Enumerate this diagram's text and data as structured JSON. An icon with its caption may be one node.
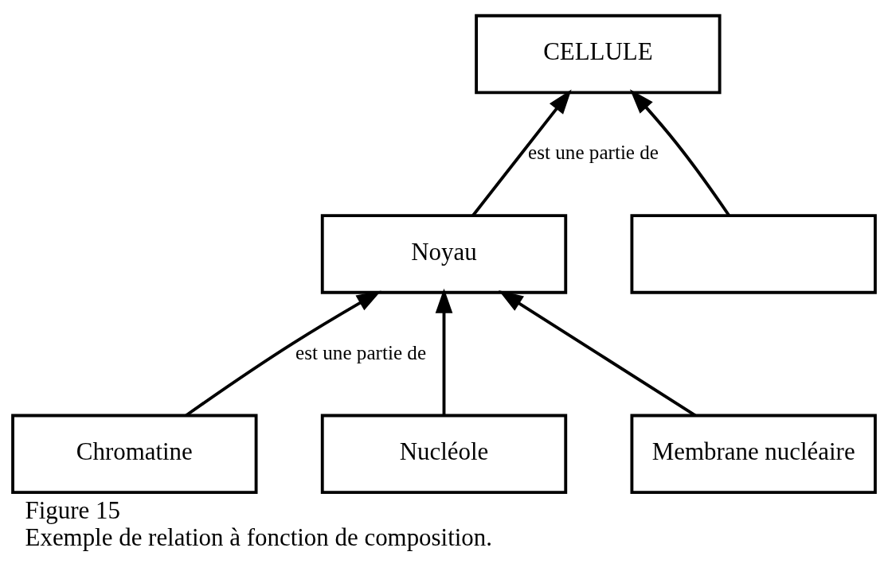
{
  "diagram": {
    "title": "Figure 15",
    "caption": "Exemple de relation à fonction de composition.",
    "nodes": [
      {
        "text": [
          "CELLULE"
        ]
      },
      {
        "text": [
          "Noyau"
        ]
      },
      {
        "text": [],
        "shape": "box"
      },
      {
        "text": [
          "Chromatine"
        ]
      },
      {
        "text": [
          "Nucléole"
        ]
      },
      {
        "text": [
          "Membrane nucléaire"
        ]
      }
    ],
    "edges": [
      {
        "from": 1,
        "to": 0,
        "arrow": "to",
        "label": "est une partie de"
      },
      {
        "from": 2,
        "to": 0,
        "arrow": "to"
      },
      {
        "from": 3,
        "to": 1,
        "arrow": "to",
        "label": "est une partie de"
      },
      {
        "from": 4,
        "to": 1,
        "arrow": "to"
      },
      {
        "from": 5,
        "to": 1,
        "arrow": "to"
      }
    ]
  }
}
